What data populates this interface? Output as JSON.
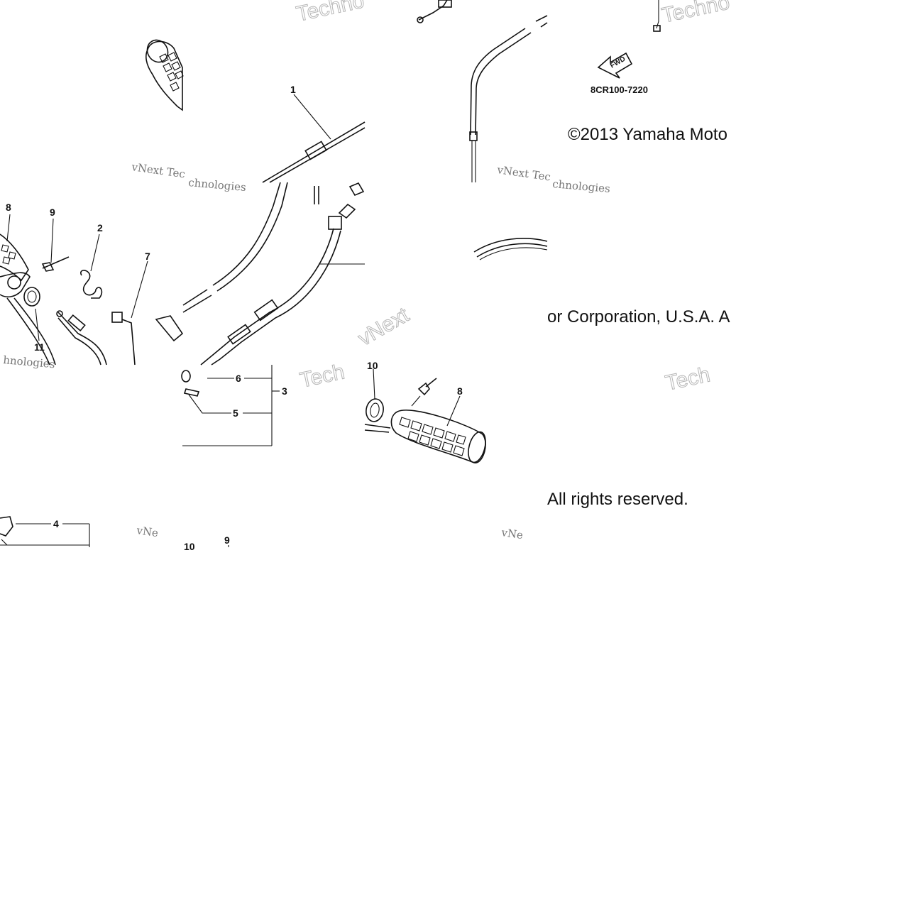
{
  "diagram": {
    "fwd_label": "FWD",
    "part_number": "8CR100-7220",
    "copyright_line1": "©2013 Yamaha Moto",
    "copyright_line2": "or Corporation, U.S.A. A",
    "copyright_line3": "All rights reserved.",
    "callouts": {
      "c1": "1",
      "c2": "2",
      "c3": "3",
      "c4": "4",
      "c5": "5",
      "c6": "6",
      "c7": "7",
      "c8_left": "8",
      "c8_right": "8",
      "c9_left": "9",
      "c9_bottom": "9",
      "c10_right": "10",
      "c10_bottom": "10",
      "c11": "11"
    },
    "watermarks": {
      "techno_top": "Techno",
      "techno_top_right": "Techno",
      "vnext_tec_left": "vNext Tec",
      "vnext_tec_right": "vNext Tec",
      "nologies_left": "chnologies",
      "nologies_right": "chnologies",
      "technologies_mid": "hnologies",
      "vnext_mid": "vNext",
      "tech_mid": "Tech",
      "tech_right": "Tech",
      "vne_left": "vNe",
      "vne_right": "vNe"
    }
  }
}
